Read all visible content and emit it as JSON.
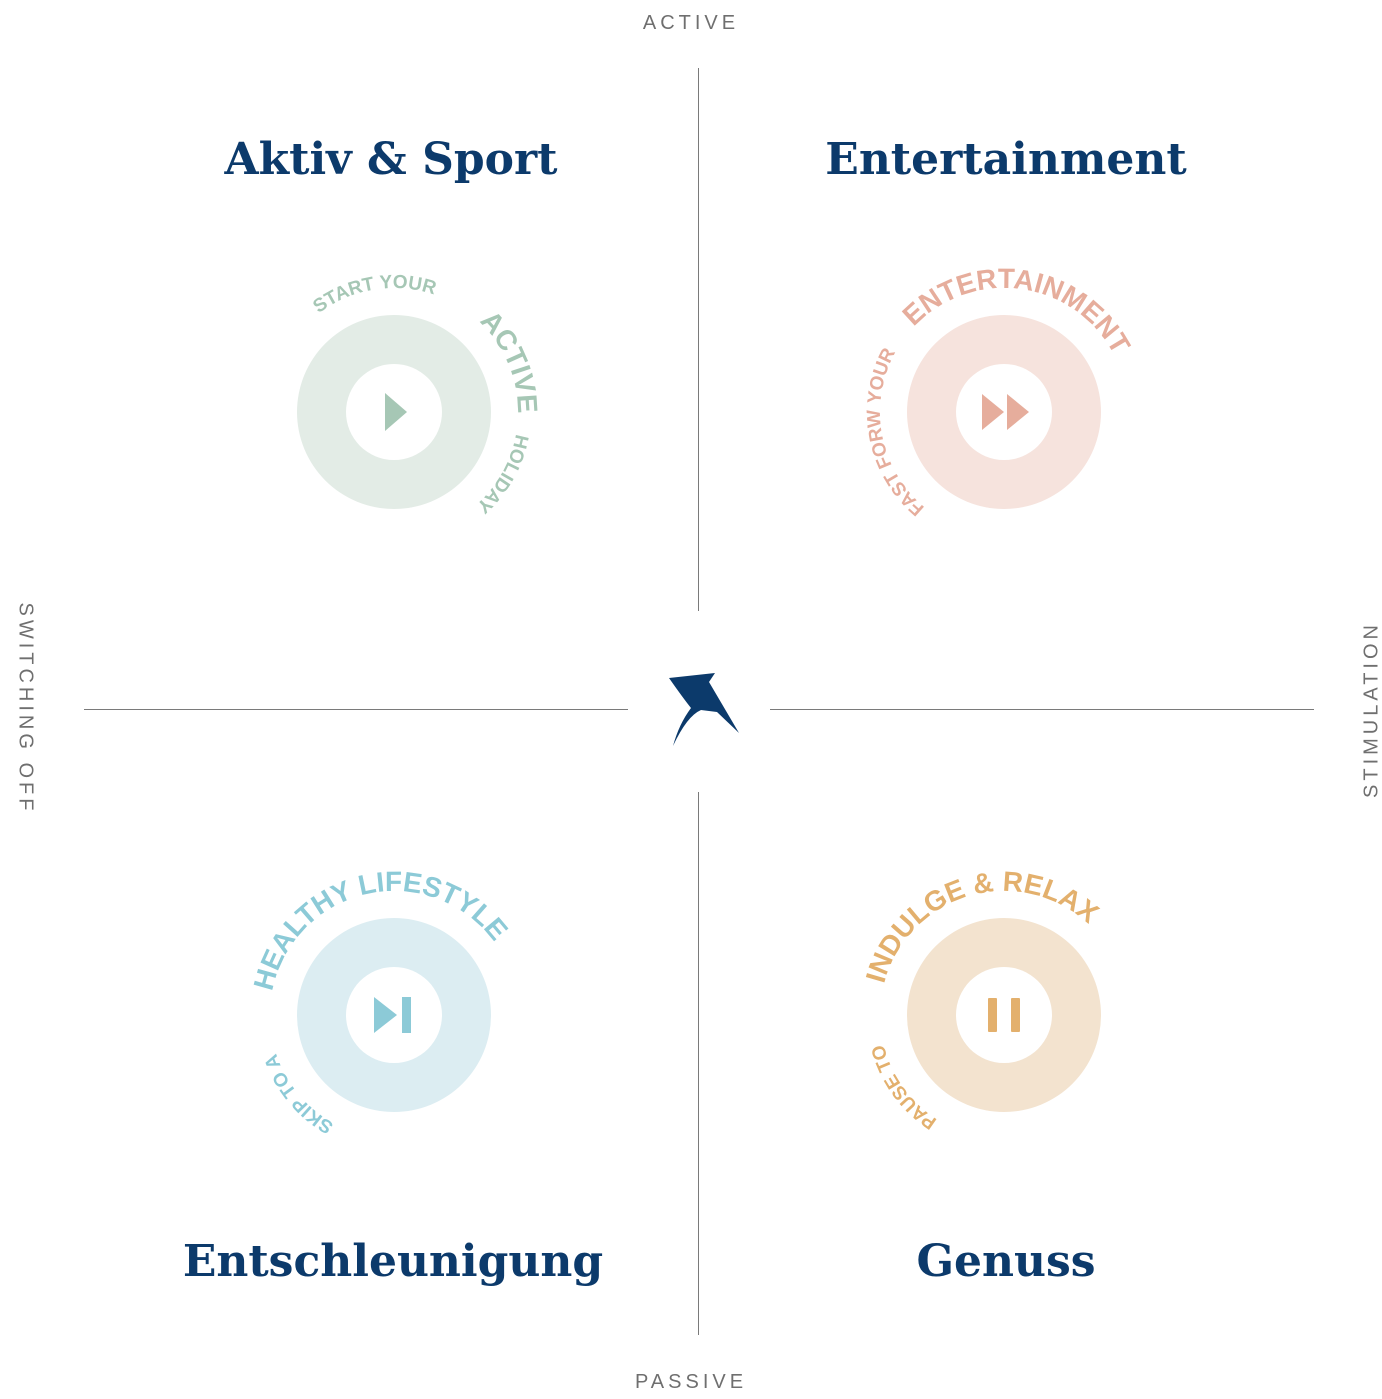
{
  "axes": {
    "top": "ACTIVE",
    "bottom": "PASSIVE",
    "left": "SWITCHING OFF",
    "right": "STIMULATION"
  },
  "quadrants": {
    "top_left": {
      "title": "Aktiv & Sport",
      "color": "#a6c7b5",
      "ring": "#e3ece6",
      "icon": "play-icon",
      "arcs": {
        "a": "START YOUR",
        "b": "ACTIVE",
        "c": "HOLIDAY"
      }
    },
    "top_right": {
      "title": "Entertainment",
      "color": "#e6ad9c",
      "ring": "#f6e3dd",
      "icon": "fast-forward-icon",
      "arcs": {
        "a": "YOUR",
        "b": "ENTERTAINMENT",
        "c": "FAST FORWARD TO"
      }
    },
    "bottom_left": {
      "title": "Entschleunigung",
      "color": "#8ccad7",
      "ring": "#dcedf2",
      "icon": "skip-next-icon",
      "arcs": {
        "a": "SKIP TO A",
        "b": "HEALTHY LIFESTYLE"
      }
    },
    "bottom_right": {
      "title": "Genuss",
      "color": "#e3b06d",
      "ring": "#f3e3cf",
      "icon": "pause-icon",
      "arcs": {
        "a": "PAUSE TO",
        "b": "INDULGE & RELAX"
      }
    }
  },
  "logo": {
    "icon": "swallow-logo-icon",
    "color": "#0c3a6b"
  }
}
